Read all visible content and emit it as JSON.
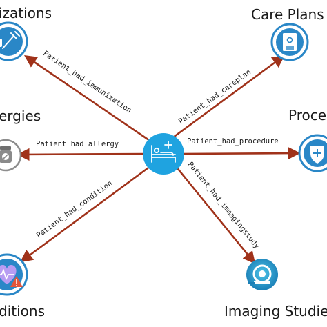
{
  "nodes": {
    "immunizations": {
      "label": "izations",
      "icon": "vaccine-syringe-icon"
    },
    "care_plans": {
      "label": "Care Plans",
      "icon": "care-plan-document-icon"
    },
    "allergies": {
      "label": "ergies",
      "icon": "allergy-pill-bottle-icon"
    },
    "procedures": {
      "label": "Proce",
      "icon": "procedure-shield-icon"
    },
    "conditions": {
      "label": "ditions",
      "icon": "heart-warning-icon"
    },
    "imaging": {
      "label": "Imaging Studie",
      "icon": "imaging-scanner-icon"
    },
    "patient": {
      "icon": "patient-bed-icon"
    }
  },
  "edges": {
    "immunization": "Patient_had_immunization",
    "careplan": "Patient_had_careplan",
    "allergy": "Patient_had_allergy",
    "procedure": "Patient_had_procedure",
    "condition": "Patient_had_condition",
    "imagingstudy": "Patient_had_immagingstudy"
  },
  "colors": {
    "edge": "#a0321a",
    "hub": "#1fa3e0",
    "icon_ring": "#2a87c7",
    "heart": "#7b5bd6",
    "warning": "#e2553b"
  }
}
